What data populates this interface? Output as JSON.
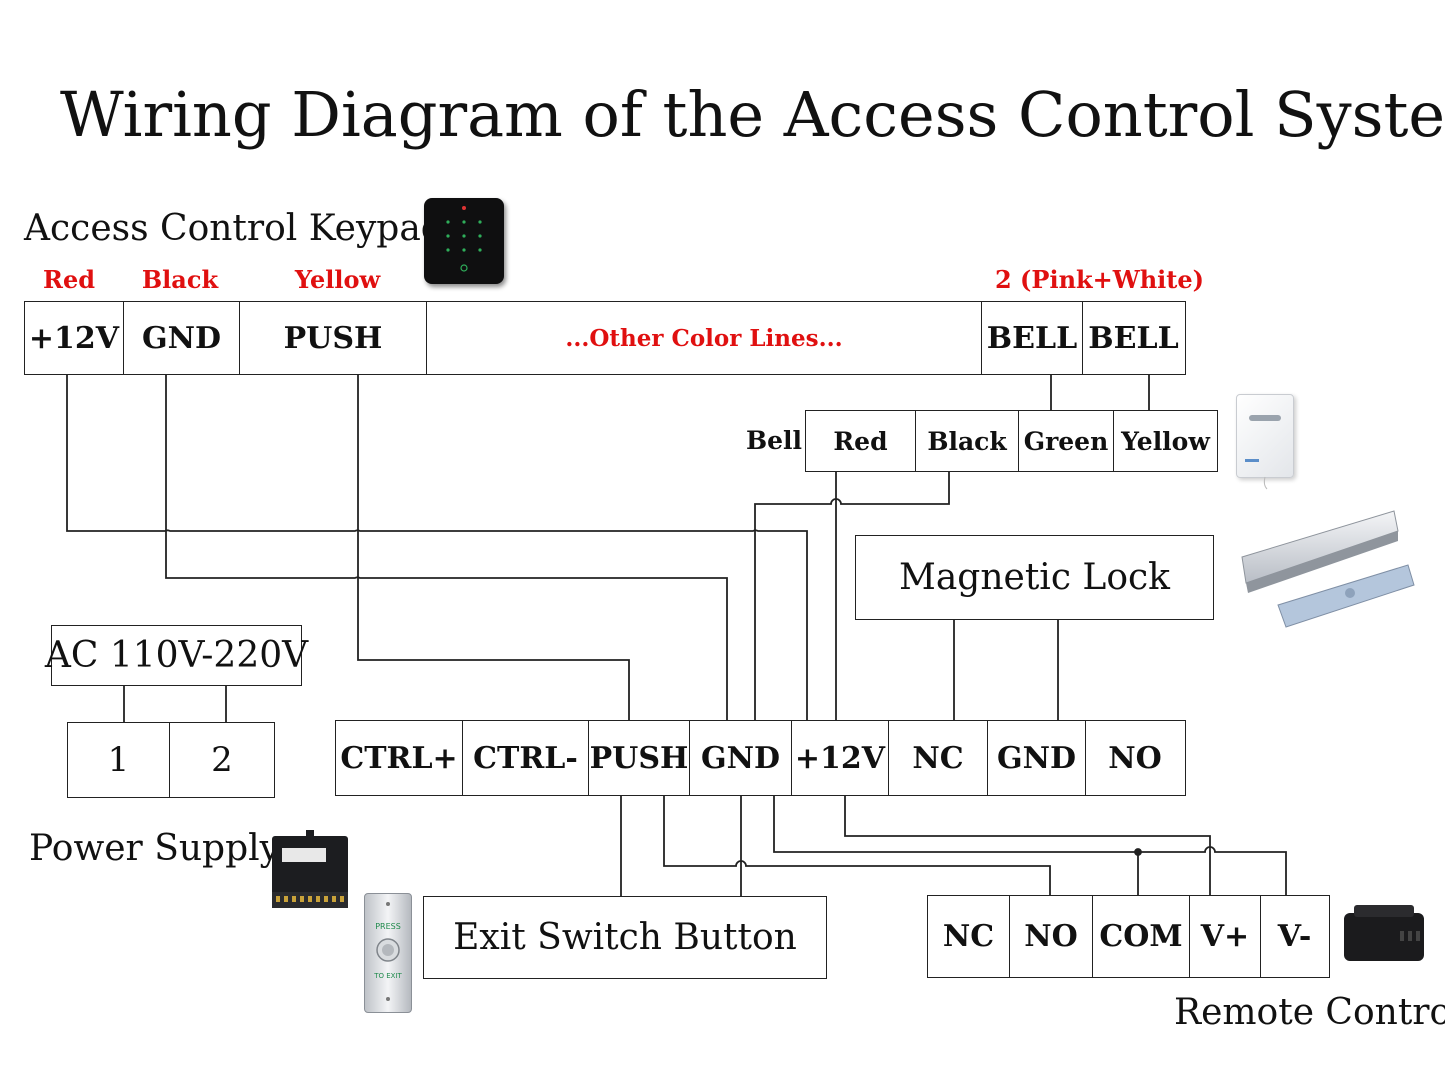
{
  "title": "Wiring Diagram of the Access Control System",
  "keypad": {
    "label": "Access Control Keypad",
    "wire_colors": {
      "red": "Red",
      "black": "Black",
      "yellow": "Yellow",
      "bell_pair": "2 (Pink+White)"
    },
    "terminals": [
      "+12V",
      "GND",
      "PUSH",
      "...Other Color Lines...",
      "BELL",
      "BELL"
    ]
  },
  "bell": {
    "label": "Bell",
    "terminals": [
      "Red",
      "Black",
      "Green",
      "Yellow"
    ]
  },
  "magnetic_lock": {
    "label": "Magnetic Lock"
  },
  "ac_source": {
    "label": "AC 110V-220V",
    "terminals": [
      "1",
      "2"
    ]
  },
  "power_supply": {
    "label": "Power Supply",
    "terminals": [
      "CTRL+",
      "CTRL-",
      "PUSH",
      "GND",
      "+12V",
      "NC",
      "GND",
      "NO"
    ]
  },
  "exit_switch": {
    "label": "Exit Switch Button",
    "face_text": [
      "PRESS",
      "TO EXIT"
    ]
  },
  "remote_control": {
    "label": "Remote Control",
    "terminals": [
      "NC",
      "NO",
      "COM",
      "V+",
      "V-"
    ]
  },
  "colors": {
    "wire": "#222222",
    "accent_red": "#e01010"
  }
}
